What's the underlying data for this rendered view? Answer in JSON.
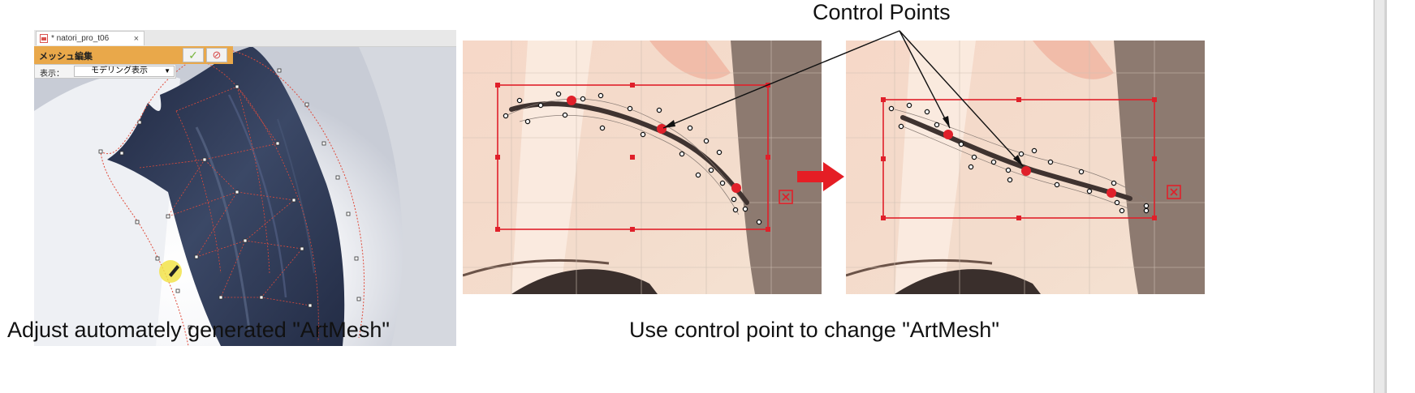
{
  "editor": {
    "tab_label": "* natori_pro_t06",
    "tab_close": "×",
    "mode_title": "メッシュ編集",
    "confirm_symbol": "✓",
    "cancel_symbol": "⊘",
    "view_label": "表示：",
    "view_selected": "モデリング表示",
    "view_arrow": "▼"
  },
  "captions": {
    "left": "Adjust automately generated \"ArtMesh\"",
    "right": "Use control point to change \"ArtMesh\"",
    "callout": "Control Points"
  },
  "colors": {
    "accent_red": "#e0202a",
    "mesh_toolbar": "#e9a84a",
    "hair_dark": "#2c3650"
  },
  "icons": {
    "file": "file-icon",
    "confirm": "check-icon",
    "cancel": "prohibit-icon",
    "pen": "pen-cursor-icon",
    "arrow": "right-arrow-icon",
    "delete": "x-box-icon"
  }
}
